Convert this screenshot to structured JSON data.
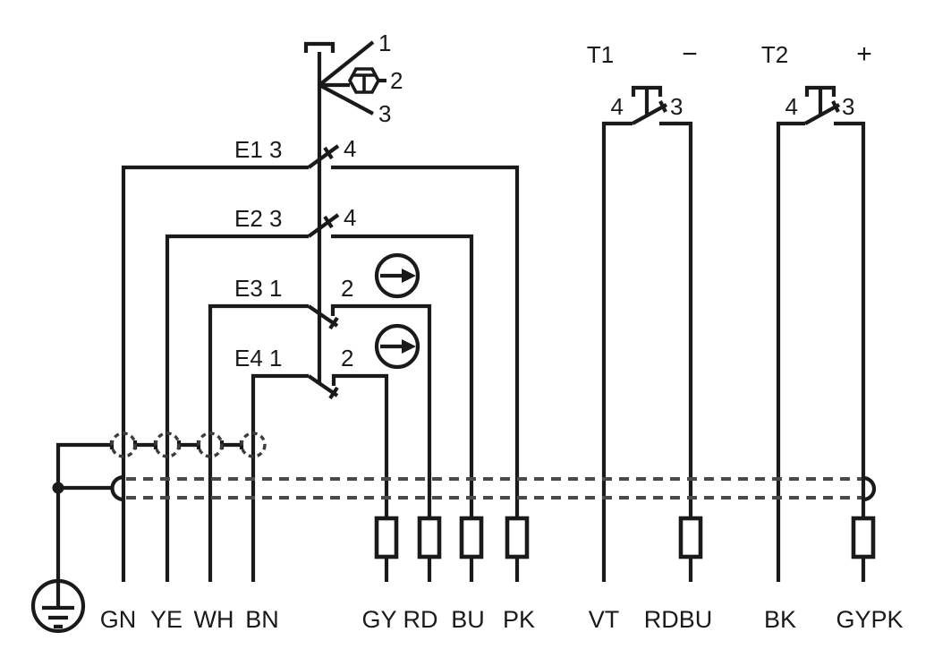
{
  "diagram": {
    "type": "automotive wiring schematic",
    "top_connector": {
      "pins": [
        "1",
        "2",
        "3"
      ]
    },
    "switches": [
      {
        "label": "E1 3",
        "terminal": "4"
      },
      {
        "label": "E2 3",
        "terminal": "4"
      },
      {
        "label": "E3 1",
        "terminal": "2"
      },
      {
        "label": "E4 1",
        "terminal": "2"
      }
    ],
    "push_buttons": [
      {
        "label": "T1",
        "polarity": "−",
        "terminal_left": "4",
        "terminal_right": "3"
      },
      {
        "label": "T2",
        "polarity": "+",
        "terminal_left": "4",
        "terminal_right": "3"
      }
    ],
    "wire_labels": [
      "GN",
      "YE",
      "WH",
      "BN",
      "GY",
      "RD",
      "BU",
      "PK",
      "VT",
      "RDBU",
      "BK",
      "GYPK"
    ],
    "colors": {
      "line": "#1a1a1a",
      "shield_dashed": "#4a4a4a",
      "background": "#ffffff"
    }
  }
}
